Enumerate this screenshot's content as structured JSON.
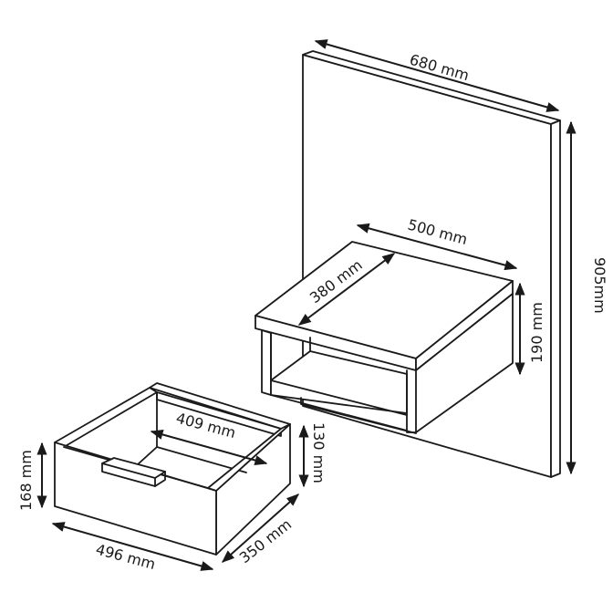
{
  "dimensions": {
    "panel_width": "680 mm",
    "panel_height": "905mm",
    "shelf_width": "500 mm",
    "shelf_depth": "380 mm",
    "shelf_height": "190 mm",
    "drawer_inner_width": "409 mm",
    "drawer_inner_height": "130 mm",
    "drawer_front_height": "168 mm",
    "drawer_width": "496 mm",
    "drawer_depth": "350 mm"
  },
  "colors": {
    "line": "#1a1a1a",
    "background": "#ffffff"
  }
}
